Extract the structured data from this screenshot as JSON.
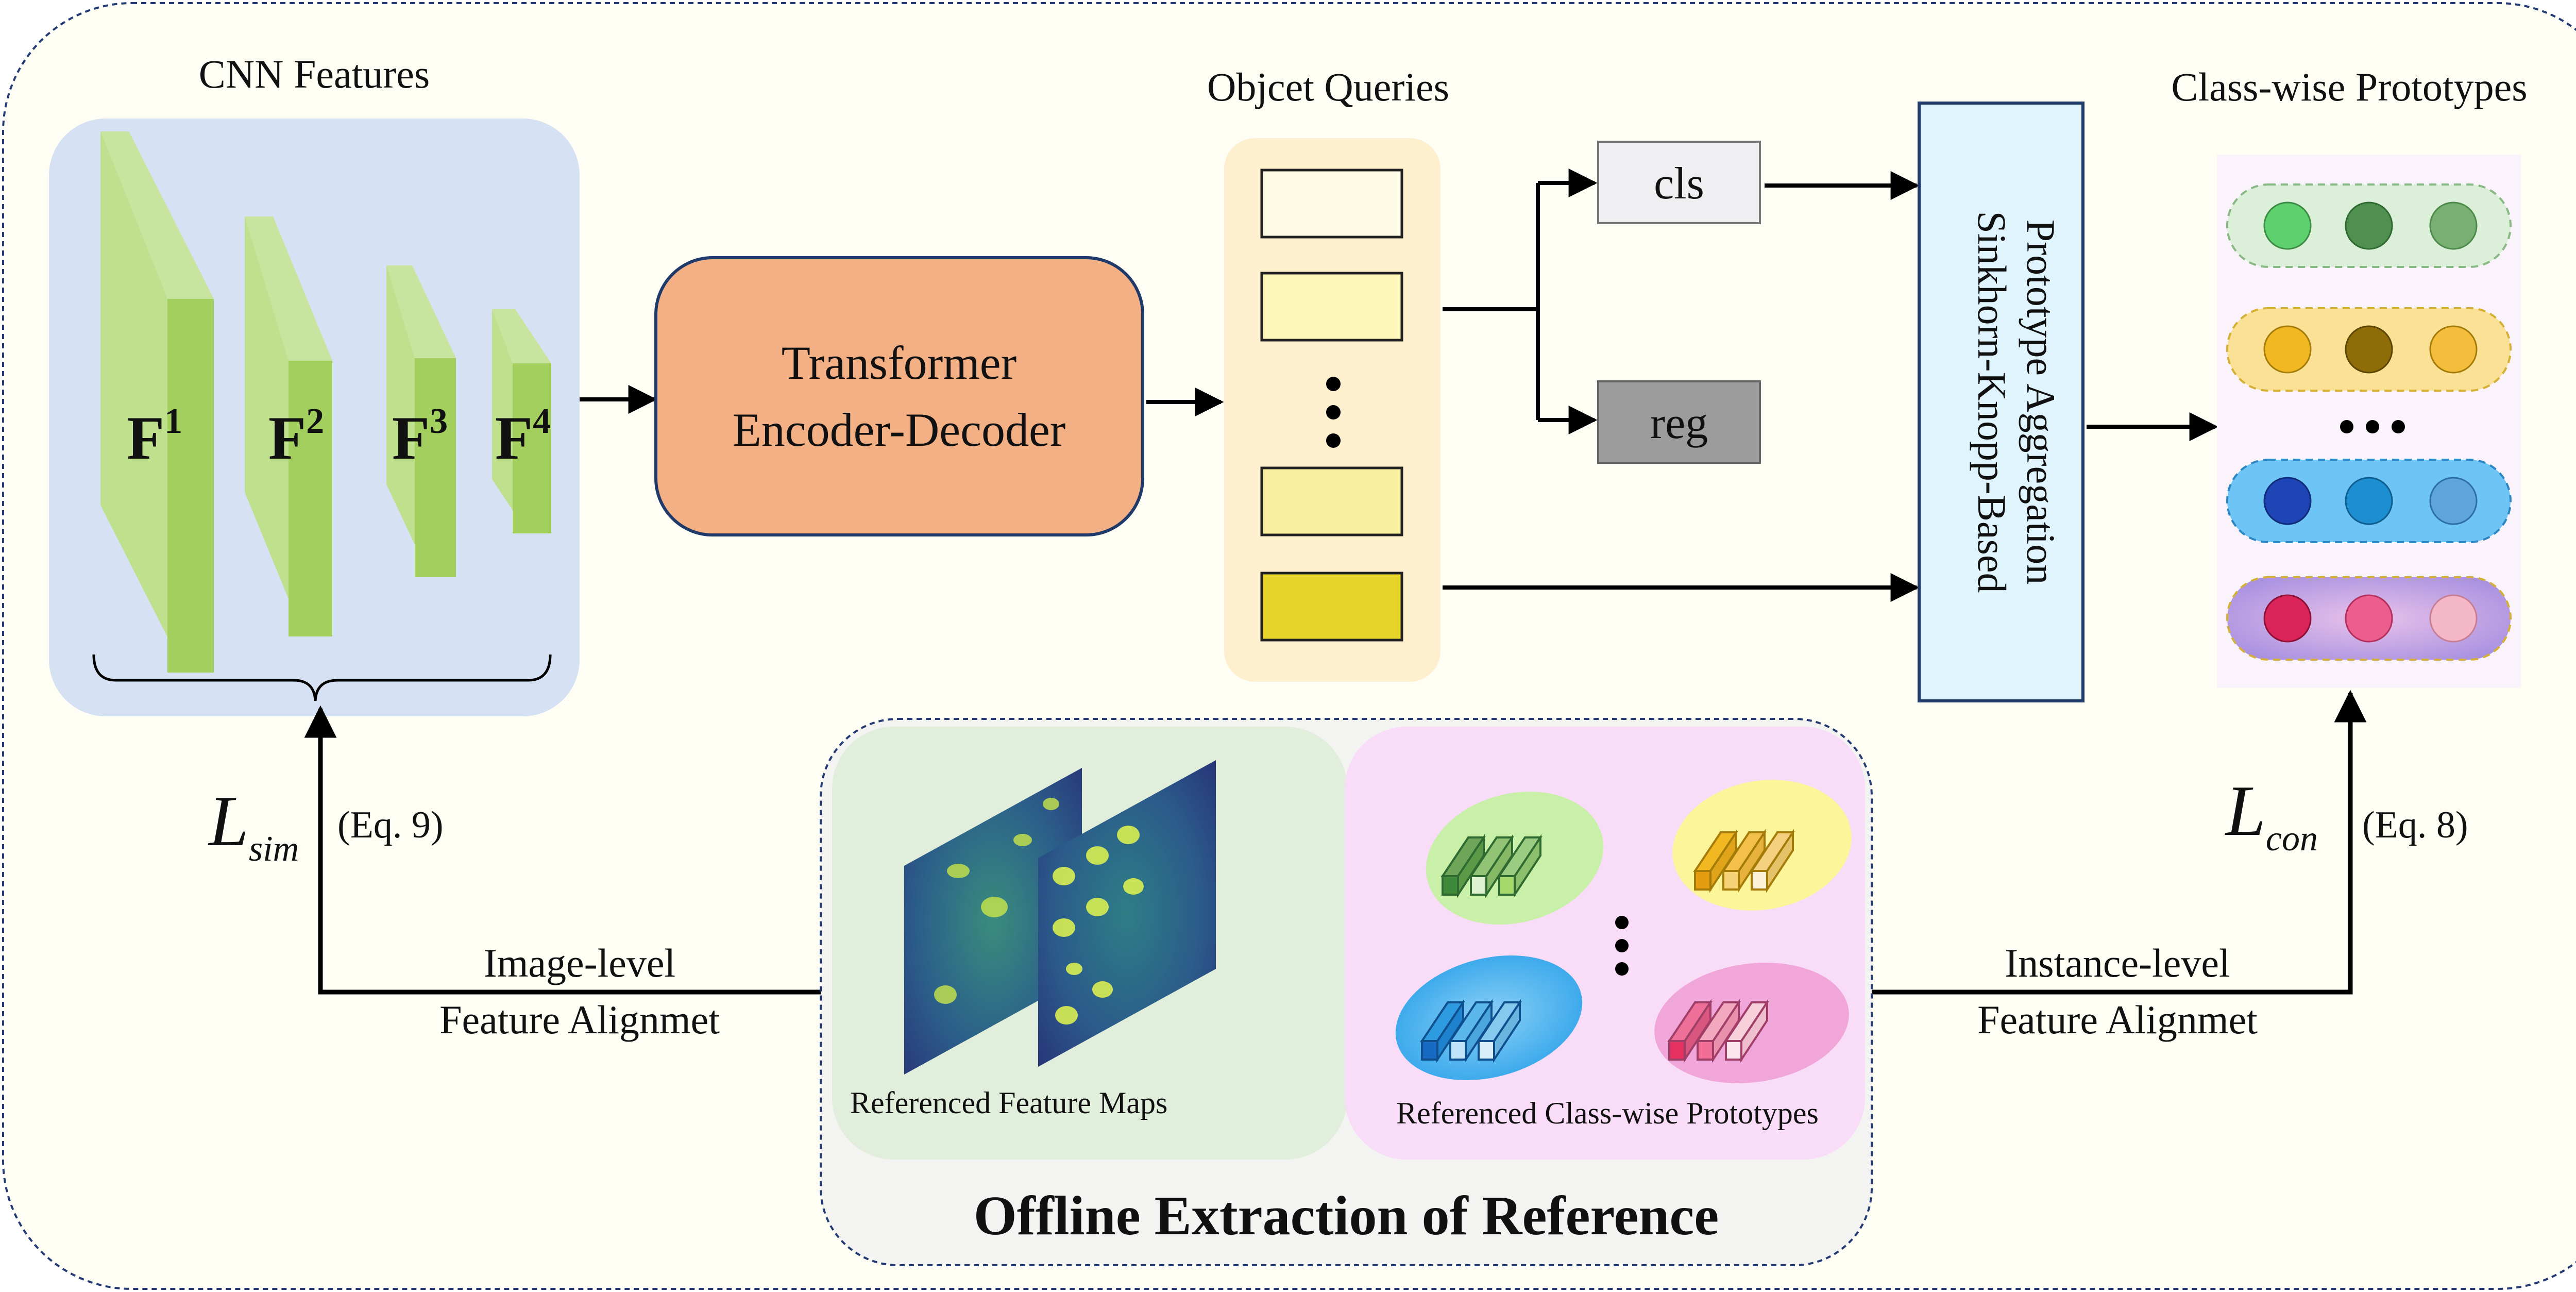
{
  "cnn": {
    "title": "CNN Features",
    "features": [
      {
        "base": "F",
        "sup": "1"
      },
      {
        "base": "F",
        "sup": "2"
      },
      {
        "base": "F",
        "sup": "3"
      },
      {
        "base": "F",
        "sup": "4"
      }
    ]
  },
  "transformer": {
    "line1": "Transformer",
    "line2": "Encoder-Decoder"
  },
  "queries": {
    "title": "Objcet Queries",
    "colors": [
      "#fdfbe6",
      "#fcf6b8",
      "#f8ef9e",
      "#e6d42a"
    ]
  },
  "heads": {
    "cls": "cls",
    "reg": "reg"
  },
  "sinkhorn": {
    "line1": "Sinkhorn-Knopp-Based",
    "line2": "Prototype Aggregation"
  },
  "prototypes": {
    "title": "Class-wise Prototypes",
    "rows": [
      {
        "fill": "#dcefd9",
        "border": "#88b884",
        "dots": [
          "#5fd06e",
          "#4f8f50",
          "#78b073"
        ]
      },
      {
        "fill": "#fbe195",
        "border": "#d4b036",
        "dots": [
          "#f2b821",
          "#8e6c07",
          "#f4be3c"
        ]
      },
      {
        "fill": "#6ec5f5",
        "border": "#2c86c4",
        "dots": [
          "#1d45b6",
          "#1d8ed0",
          "#5da5dc"
        ]
      },
      {
        "fill": "#c8a0dc",
        "border": "#b58ac6",
        "dots": [
          "#d8245a",
          "#ec5e8e",
          "#f4b8c8"
        ]
      }
    ]
  },
  "losses": {
    "sim": {
      "symbol": "L",
      "sub": "sim",
      "eq": "(Eq. 9)"
    },
    "con": {
      "symbol": "L",
      "sub": "con",
      "eq": "(Eq. 8)"
    }
  },
  "alignment": {
    "image": {
      "line1": "Image-level",
      "line2": "Feature Alignmet"
    },
    "instance": {
      "line1": "Instance-level",
      "line2": "Feature Alignmet"
    }
  },
  "offline": {
    "title": "Offline Extraction of Reference",
    "maps_label": "Referenced Feature Maps",
    "protos_label": "Referenced Class-wise Prototypes"
  }
}
